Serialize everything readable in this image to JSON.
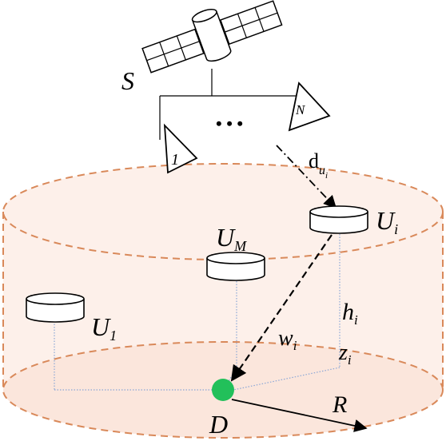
{
  "labels": {
    "satellite": "S",
    "antenna_1": "1",
    "antenna_n": "N",
    "dots": "• • •",
    "u1": "U",
    "u1_sub": "1",
    "um": "U",
    "um_sub": "M",
    "ui": "U",
    "ui_sub": "i",
    "d_ui_main": "d",
    "d_ui_sub": "u",
    "d_ui_subsub": "i",
    "h_i": "h",
    "h_i_sub": "i",
    "w_i": "w",
    "w_i_sub": "i",
    "z_i": "z",
    "z_i_sub": "i",
    "destination": "D",
    "radius": "R"
  },
  "colors": {
    "cylinder_fill": "#fdf0ea",
    "cylinder_edge": "#d9895a",
    "node_green": "#22c05a",
    "guide_line": "#8aa6d6",
    "ink": "#000000"
  }
}
